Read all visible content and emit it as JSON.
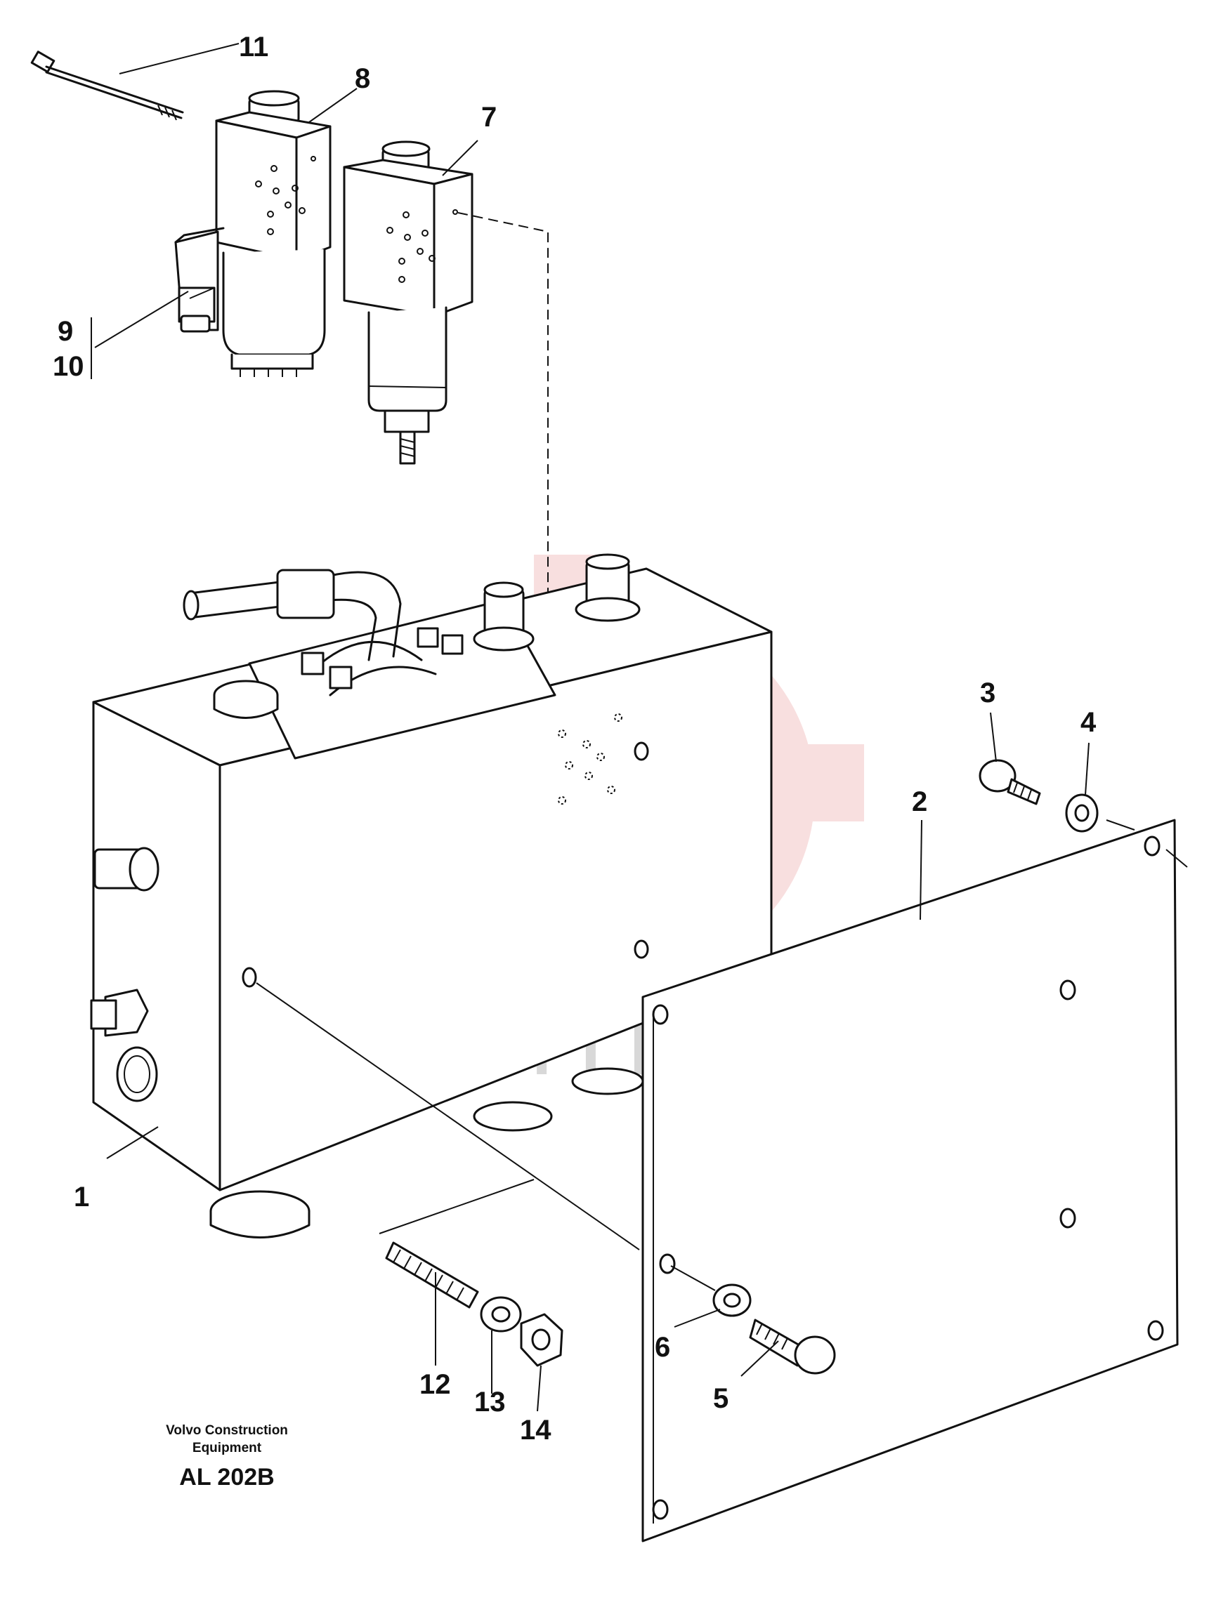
{
  "callouts": [
    {
      "id": "c1",
      "label": "1"
    },
    {
      "id": "c2",
      "label": "2"
    },
    {
      "id": "c3",
      "label": "3"
    },
    {
      "id": "c4",
      "label": "4"
    },
    {
      "id": "c5",
      "label": "5"
    },
    {
      "id": "c6",
      "label": "6"
    },
    {
      "id": "c7",
      "label": "7"
    },
    {
      "id": "c8",
      "label": "8"
    },
    {
      "id": "c9",
      "label": "9"
    },
    {
      "id": "c10",
      "label": "10"
    },
    {
      "id": "c11",
      "label": "11"
    },
    {
      "id": "c12",
      "label": "12"
    },
    {
      "id": "c13",
      "label": "13"
    },
    {
      "id": "c14",
      "label": "14"
    }
  ],
  "caption": {
    "line1": "Volvo Construction",
    "line2": "Equipment",
    "code": "AL 202B"
  },
  "watermark": {
    "text": "ИНТЕХ",
    "color": "#f4c6c6"
  }
}
